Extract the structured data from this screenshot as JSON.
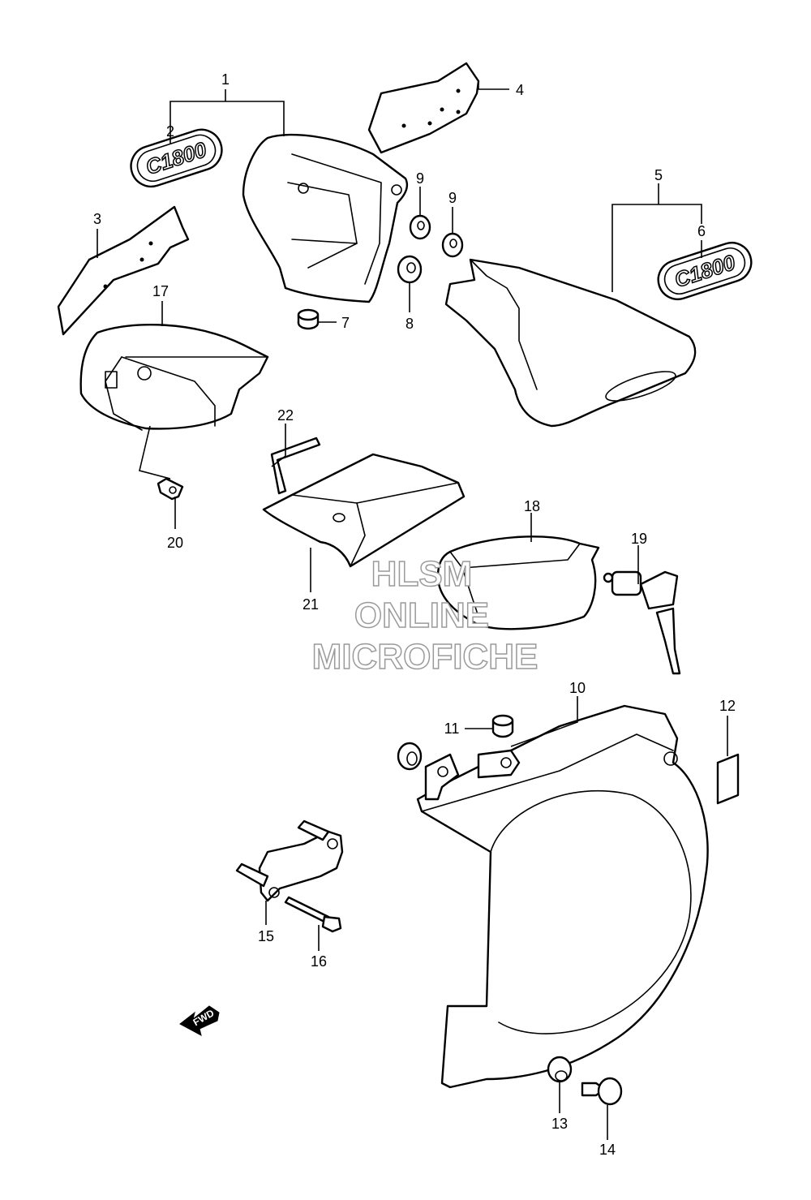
{
  "parts": [
    {
      "id": "part-1",
      "number": "1"
    },
    {
      "id": "part-2",
      "number": "2"
    },
    {
      "id": "part-3",
      "number": "3"
    },
    {
      "id": "part-4",
      "number": "4"
    },
    {
      "id": "part-5",
      "number": "5"
    },
    {
      "id": "part-6",
      "number": "6"
    },
    {
      "id": "part-7",
      "number": "7"
    },
    {
      "id": "part-8",
      "number": "8"
    },
    {
      "id": "part-9a",
      "number": "9"
    },
    {
      "id": "part-9b",
      "number": "9"
    },
    {
      "id": "part-10",
      "number": "10"
    },
    {
      "id": "part-11",
      "number": "11"
    },
    {
      "id": "part-12",
      "number": "12"
    },
    {
      "id": "part-13",
      "number": "13"
    },
    {
      "id": "part-14",
      "number": "14"
    },
    {
      "id": "part-15",
      "number": "15"
    },
    {
      "id": "part-16",
      "number": "16"
    },
    {
      "id": "part-17",
      "number": "17"
    },
    {
      "id": "part-18",
      "number": "18"
    },
    {
      "id": "part-19",
      "number": "19"
    },
    {
      "id": "part-20",
      "number": "20"
    },
    {
      "id": "part-21",
      "number": "21"
    },
    {
      "id": "part-22",
      "number": "22"
    }
  ],
  "emblem_text": "C1800",
  "fwd_label": "FWD",
  "watermark": {
    "line1": "HLSM",
    "line2": "ONLINE",
    "line3": "MICROFICHE"
  }
}
